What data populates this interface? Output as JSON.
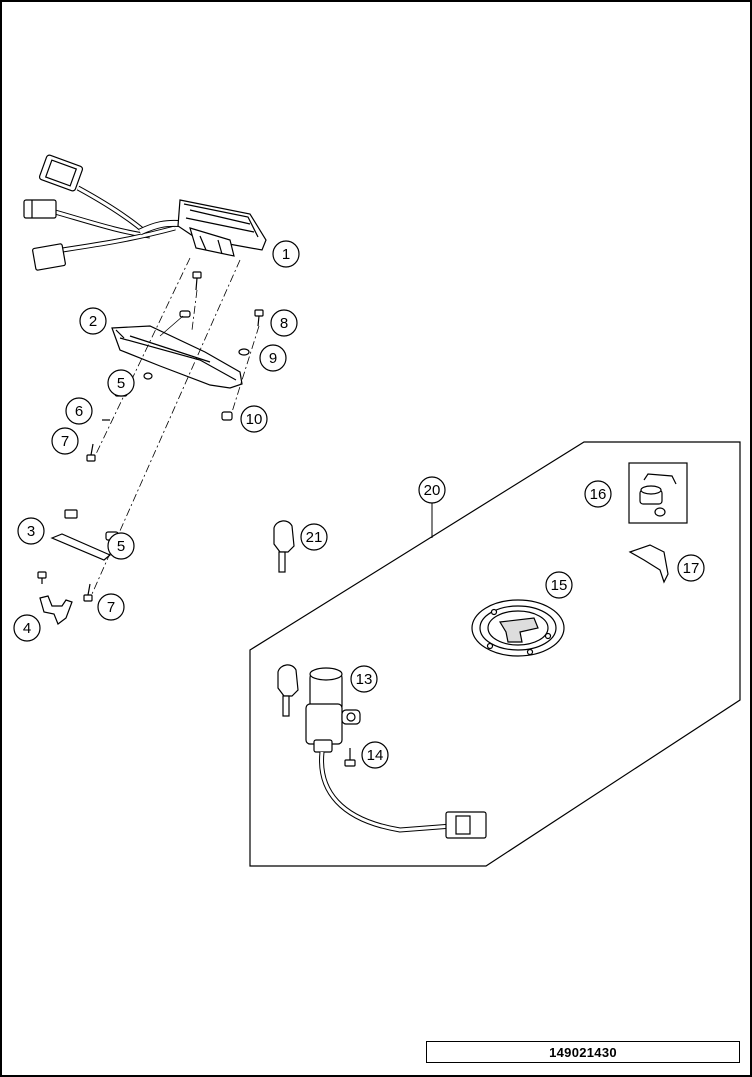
{
  "document_number": "149021430",
  "callouts": [
    "1",
    "2",
    "3",
    "4",
    "5",
    "6",
    "7",
    "8",
    "9",
    "10",
    "13",
    "14",
    "15",
    "16",
    "17",
    "20",
    "21"
  ]
}
